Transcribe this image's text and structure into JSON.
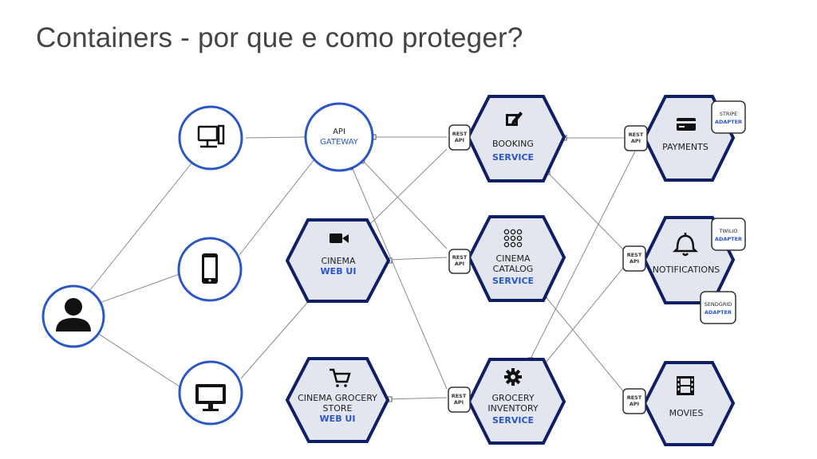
{
  "slide": {
    "title": "Containers - por que e como proteger?"
  },
  "colors": {
    "node_blue": "#2a56c6",
    "hex_navy": "#0e1f66",
    "hex_fill": "#e3e6ee",
    "line_gray": "#8a8a8a",
    "title_gray": "#444444"
  },
  "diagram": {
    "gateway": {
      "line1": "API",
      "line2": "GATEWAY"
    },
    "rest_tag": {
      "line1": "REST",
      "line2": "API"
    },
    "web_ui": {
      "cinema": {
        "line1": "CINEMA",
        "line2": "WEB UI"
      },
      "grocery": {
        "line1": "CINEMA GROCERY",
        "line2": "STORE",
        "line3": "WEB UI"
      }
    },
    "services": {
      "booking": {
        "line1": "BOOKING",
        "line2": "SERVICE"
      },
      "catalog": {
        "line1": "CINEMA",
        "line2": "CATALOG",
        "line3": "SERVICE"
      },
      "inventory": {
        "line1": "GROCERY",
        "line2": "INVENTORY",
        "line3": "SERVICE"
      },
      "payments": {
        "label": "PAYMENTS"
      },
      "notifications": {
        "label": "NOTIFICATIONS"
      },
      "movies": {
        "label": "MOVIES"
      }
    },
    "adapters": {
      "stripe": {
        "line1": "STRIPE",
        "line2": "ADAPTER"
      },
      "twilio": {
        "line1": "TWILIO",
        "line2": "ADAPTER"
      },
      "sendgrid": {
        "line1": "SENDGRID",
        "line2": "ADAPTER"
      }
    },
    "icons": {
      "user": "user-icon",
      "desktop": "desktop-computer-icon",
      "phone": "smartphone-icon",
      "monitor": "monitor-icon",
      "video": "video-camera-icon",
      "cart": "shopping-cart-icon",
      "edit": "edit-icon",
      "grid": "grid-dots-icon",
      "gear": "gear-icon",
      "card": "credit-card-icon",
      "bell": "bell-icon",
      "film": "film-icon"
    }
  }
}
